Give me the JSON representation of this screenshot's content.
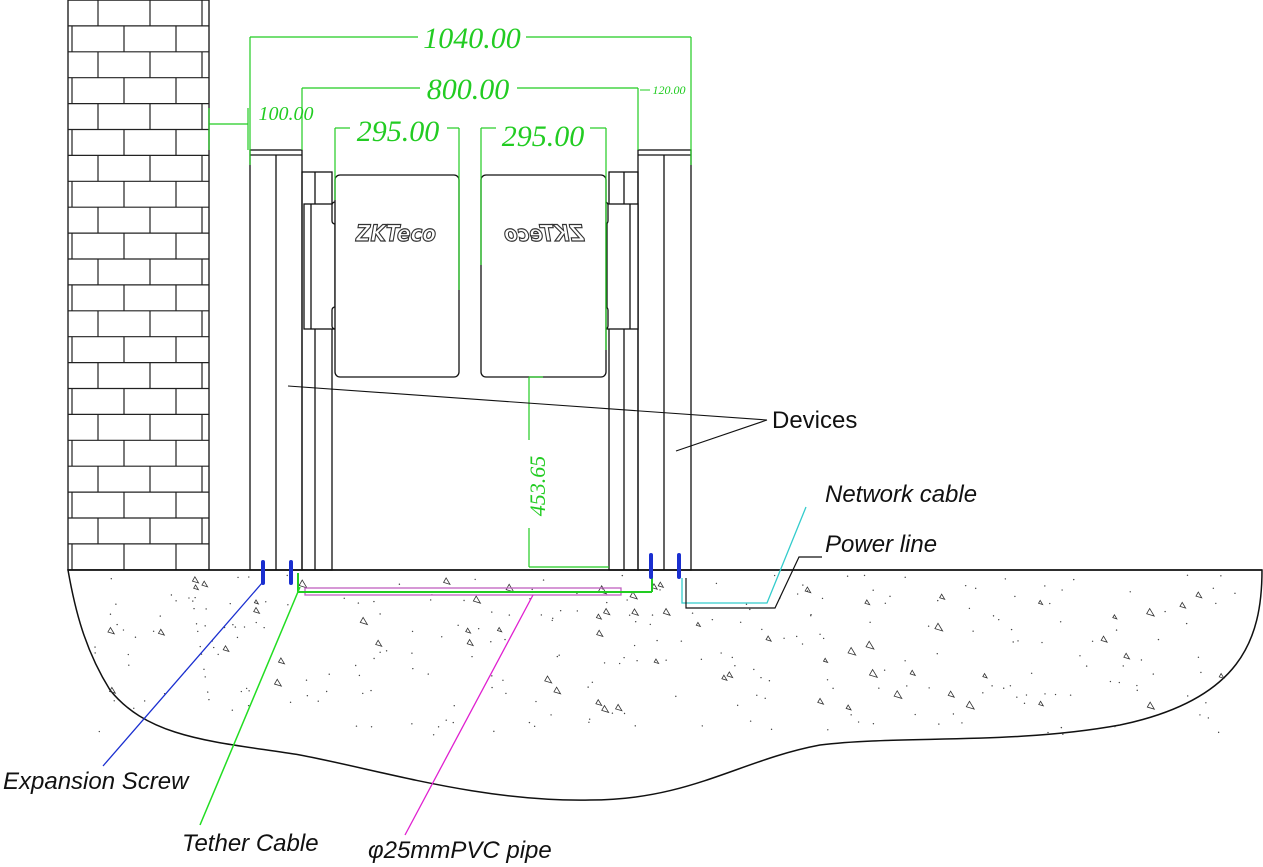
{
  "dimensions": {
    "overall_width": "1040.00",
    "passage_width": "800.00",
    "left_offset": "100.00",
    "right_offset": "120.00",
    "left_flap": "295.00",
    "right_flap": "295.00",
    "flap_height": "453.65"
  },
  "logo": {
    "left": "ZKTeco",
    "right": "ZKTeco"
  },
  "labels": {
    "devices": "Devices",
    "network_cable": "Network cable",
    "power_line": "Power line",
    "expansion_screw": "Expansion Screw",
    "tether_cable": "Tether Cable",
    "pvc_pipe": "φ25mmPVC pipe"
  },
  "colors": {
    "dimension": "#22cc22",
    "expansion_screw_leader": "#1a2fd0",
    "tether_cable_leader": "#22dd22",
    "pvc_pipe_leader": "#e020d0",
    "network_cable": "#33cccc",
    "outline": "#111111"
  }
}
